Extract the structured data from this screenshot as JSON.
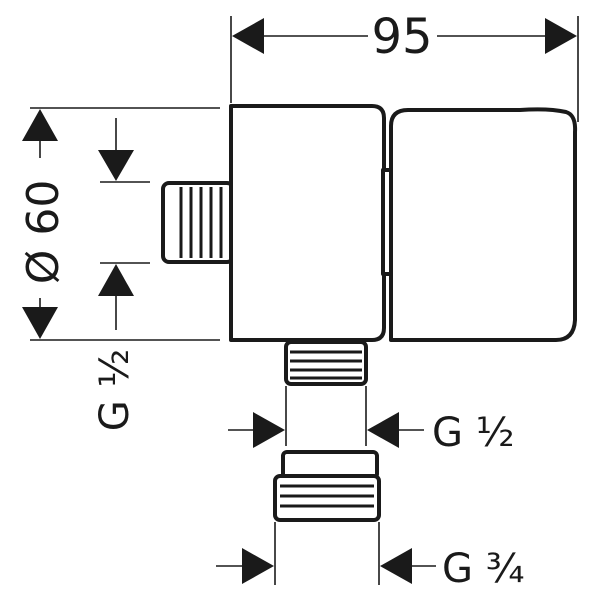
{
  "drawing": {
    "dimensions": {
      "width": "95",
      "diameter": "Ø 60"
    },
    "threads": {
      "side_outlet": "G ½",
      "bottom_connector": "G ½",
      "adapter": "G ¾"
    }
  }
}
